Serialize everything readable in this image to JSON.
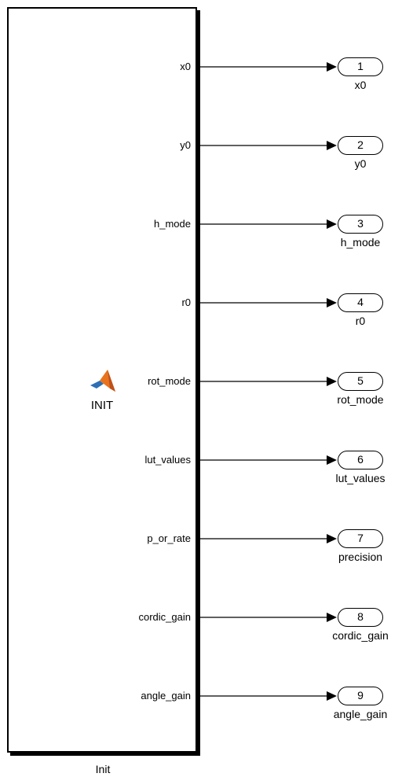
{
  "block": {
    "name": "Init",
    "function_label": "INIT",
    "function_icon": "matlab-function-icon",
    "outputs": [
      "x0",
      "y0",
      "h_mode",
      "r0",
      "rot_mode",
      "lut_values",
      "p_or_rate",
      "cordic_gain",
      "angle_gain"
    ]
  },
  "outports": [
    {
      "number": "1",
      "name": "x0"
    },
    {
      "number": "2",
      "name": "y0"
    },
    {
      "number": "3",
      "name": "h_mode"
    },
    {
      "number": "4",
      "name": "r0"
    },
    {
      "number": "5",
      "name": "rot_mode"
    },
    {
      "number": "6",
      "name": "lut_values"
    },
    {
      "number": "7",
      "name": "precision"
    },
    {
      "number": "8",
      "name": "cordic_gain"
    },
    {
      "number": "9",
      "name": "angle_gain"
    }
  ],
  "colors": {
    "matlab_logo_orange": "#e8731c",
    "matlab_logo_blue": "#2b6fb6"
  }
}
